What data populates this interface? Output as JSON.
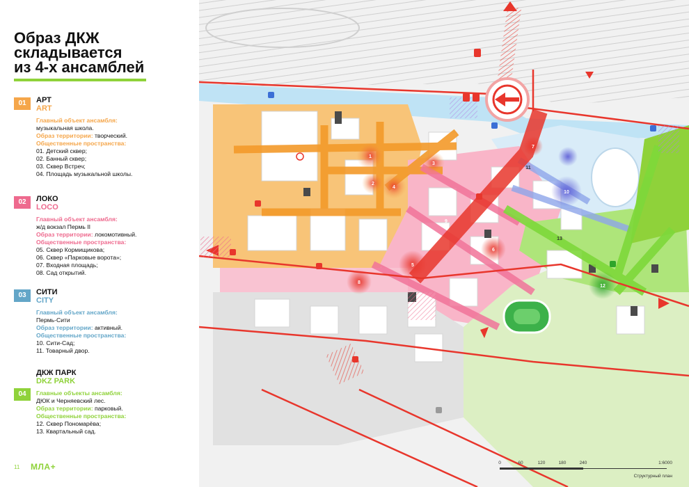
{
  "title": "Образ ДКЖ\nскладывается\nиз 4-х ансамблей",
  "colors": {
    "art": "#f5a64a",
    "loco": "#ee6a8e",
    "city": "#63a6c8",
    "park": "#8fd23a",
    "red": "#e8362c"
  },
  "ensembles": [
    {
      "num": "01",
      "name": "АРТ",
      "name_en": "ART",
      "color": "#f5a64a",
      "main_label": "Главный объект ансамбля:",
      "main_value": "музыкальная школа.",
      "territory_label": "Образ территории:",
      "territory_value": "творческий.",
      "public_label": "Общественные пространства:",
      "spaces": [
        "01. Детский сквер;",
        "02. Банный сквер;",
        "03. Сквер Встреч;",
        "04. Площадь музыкальной школы."
      ]
    },
    {
      "num": "02",
      "name": "ЛОКО",
      "name_en": "LOCO",
      "color": "#ee6a8e",
      "main_label": "Главный объект ансамбля:",
      "main_value": "ж/д вокзал Пермь II",
      "territory_label": "Образ территории:",
      "territory_value": "локомотивный.",
      "public_label": "Общественные пространства:",
      "spaces": [
        "05. Сквер Кормищикова;",
        "06. Сквер «Парковые ворота»;",
        "07. Входная площадь;",
        "08. Сад открытий."
      ]
    },
    {
      "num": "03",
      "name": "СИТИ",
      "name_en": "CITY",
      "color": "#63a6c8",
      "main_label": "Главный объект ансамбля:",
      "main_value": "Пермь-Сити",
      "territory_label": "Образ территории:",
      "territory_value": "активный.",
      "public_label": "Общественные пространства:",
      "spaces": [
        "10. Сити-Сад;",
        "11. Товарный двор."
      ]
    },
    {
      "num": "04",
      "name": "ДКЖ ПАРК",
      "name_en": "DKZ PARK",
      "color": "#8fd23a",
      "main_label": "Главные объекты ансамбля:",
      "main_value": "ДЮК и Черняевский лес.",
      "territory_label": "Образ территории:",
      "territory_value": "парковый.",
      "public_label": "Общественные пространства:",
      "spaces": [
        "12. Сквер Пономарёва;",
        "13. Квартальный сад."
      ]
    }
  ],
  "page_number": "11",
  "logo": "МЛА+",
  "map": {
    "markers": [
      "1",
      "2",
      "3",
      "4",
      "5",
      "6",
      "7",
      "8",
      "9",
      "10",
      "11",
      "12",
      "13"
    ],
    "scale": {
      "ticks": [
        "0",
        "60",
        "120",
        "180",
        "240"
      ],
      "ratio": "1:6000",
      "caption": "Структурный план"
    }
  }
}
